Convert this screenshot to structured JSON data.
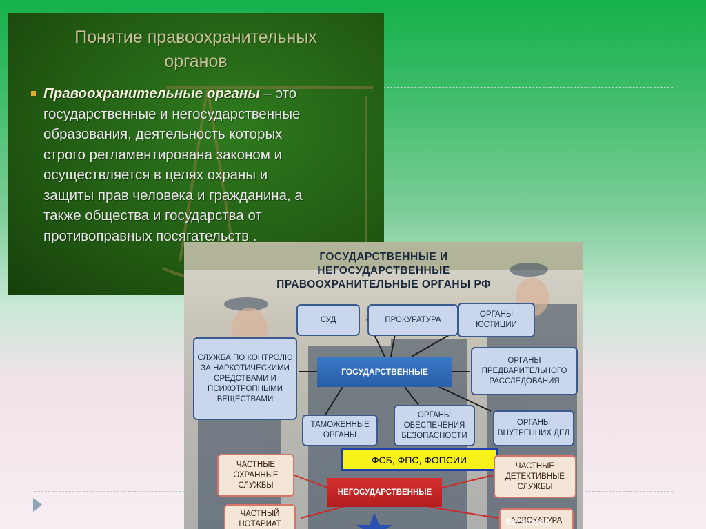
{
  "slide1": {
    "title_line1": "Понятие правоохранительных",
    "title_line2": "органов",
    "term": "Правоохранительные органы",
    "definition_line1": " – это",
    "lines": [
      "государственные и негосударственные",
      "образования, деятельность которых",
      "строго регламентирована законом и",
      "осуществляется в целях охраны и",
      "защиты прав человека и гражданина, а",
      "также общества и государства от",
      "противоправных посягательств ."
    ]
  },
  "slide2": {
    "title_line1": "ГОСУДАРСТВЕННЫЕ И",
    "title_line2": "НЕГОСУДАРСТВЕННЫЕ",
    "title_line3": "ПРАВООХРАНИТЕЛЬНЫЕ ОРГАНЫ РФ",
    "gov_label": "ГОСУДАРСТВЕННЫЕ",
    "nongov_label": "НЕГОСУДАРСТВЕННЫЕ",
    "gov_boxes": {
      "court": "СУД",
      "prosecutor": "ПРОКУРАТУРА",
      "justice": "ОРГАНЫ ЮСТИЦИИ",
      "narcotics": "СЛУЖБА ПО КОНТРОЛЮ ЗА НАРКОТИЧЕСКИМИ СРЕДСТВАМИ И ПСИХОТРОПНЫМИ ВЕЩЕСТВАМИ",
      "investigation": "ОРГАНЫ ПРЕДВАРИТЕЛЬНОГО РАССЛЕДОВАНИЯ",
      "customs": "ТАМОЖЕННЫЕ ОРГАНЫ",
      "security": "ОРГАНЫ ОБЕСПЕЧЕНИЯ БЕЗОПАСНОСТИ",
      "internal": "ОРГАНЫ ВНУТРЕННИХ ДЕЛ"
    },
    "fsb_label": "ФСБ, ФПС, ФОПСИИ",
    "nongov_boxes": {
      "guard": "ЧАСТНЫЕ ОХРАННЫЕ СЛУЖБЫ",
      "detective": "ЧАСТНЫЕ ДЕТЕКТИВНЫЕ СЛУЖБЫ",
      "notary": "ЧАСТНЫЙ НОТАРИАТ",
      "advocacy": "АДВОКАТУРА"
    },
    "watermark": "MyShared"
  },
  "colors": {
    "gov_fill": "#2f66b3",
    "nongov_fill": "#c42424",
    "box_fill": "#c9d6ec",
    "box_border": "#3c5a8c",
    "obox_border": "#d8746a",
    "fsb_fill": "#f7f21a"
  },
  "icons": [
    "scales-icon",
    "next-arrow-icon",
    "star-icon"
  ]
}
